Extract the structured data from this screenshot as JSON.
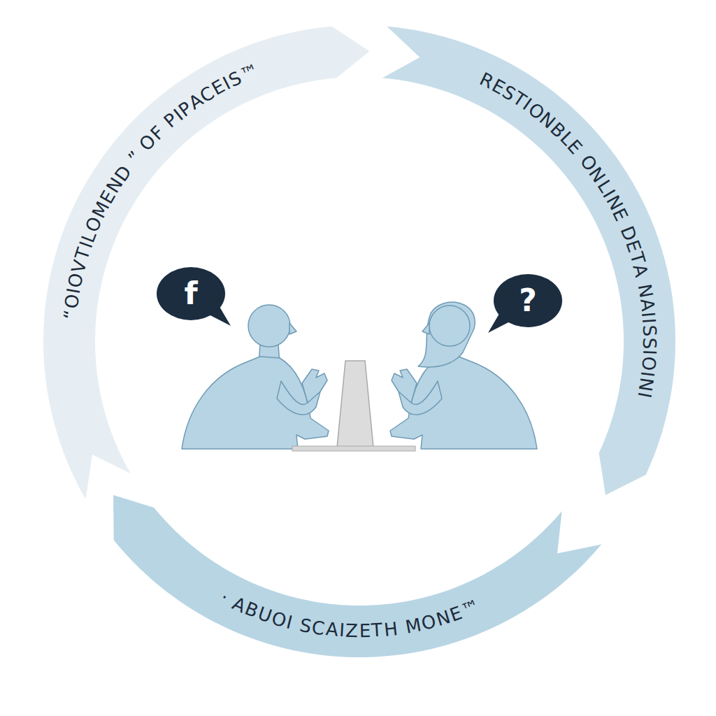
{
  "diagram": {
    "nodes": [
      {
        "text": [
          "“OIOVTILOMEND ” OF PIPACEIS™"
        ]
      },
      {
        "text": [
          "RESTIONBLE ONLINE DETA NAIISSIOINI"
        ]
      },
      {
        "text": [
          "· ABUOI SCAIZETH MONE™"
        ]
      },
      {
        "text": [
          "f"
        ]
      },
      {
        "text": [
          "?"
        ]
      }
    ]
  }
}
